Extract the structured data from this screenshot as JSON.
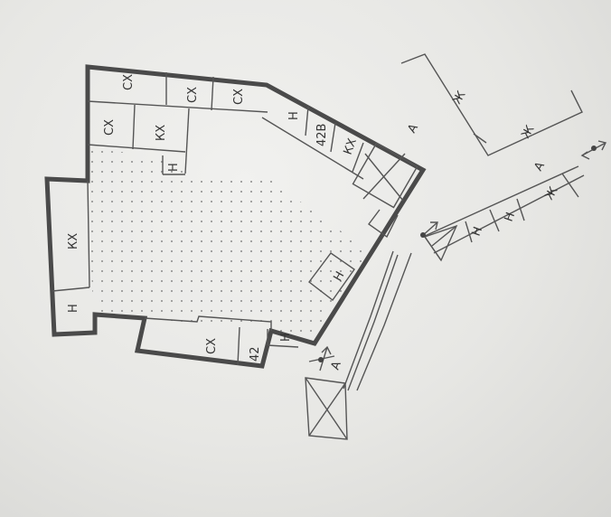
{
  "labels": {
    "sx": "СХ",
    "kx": "КХ",
    "n": "Н",
    "num_42v": "42В",
    "num_42": "42",
    "a": "А",
    "zh": "Ж"
  },
  "colors": {
    "paper": "#ececea",
    "wall": "#4a4a4a",
    "line": "#555555",
    "dot": "#8a8a8a"
  }
}
